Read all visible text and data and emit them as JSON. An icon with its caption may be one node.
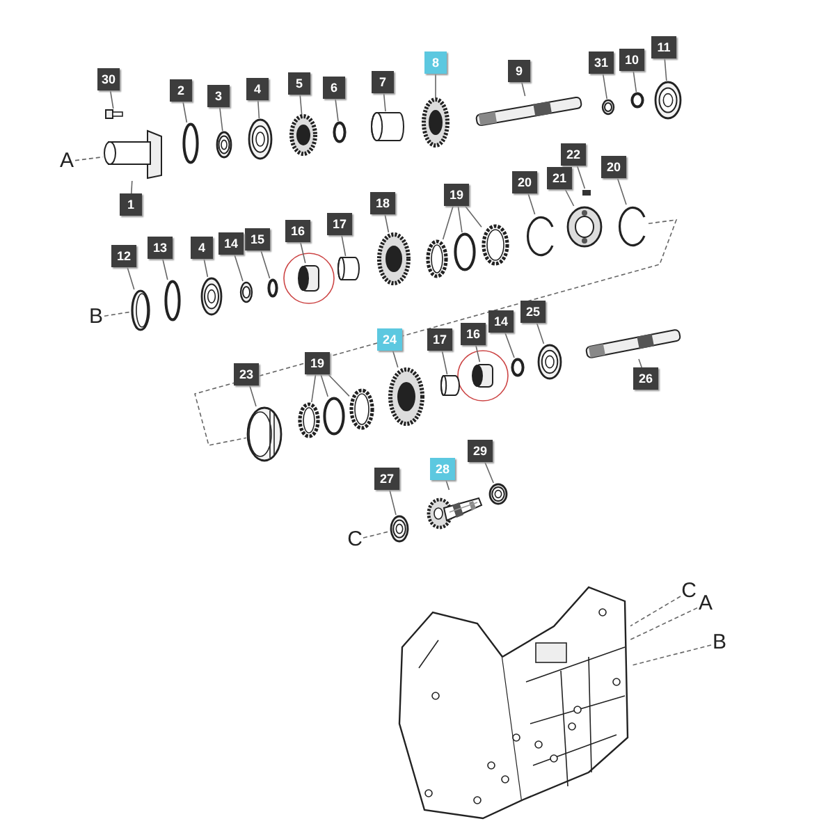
{
  "diagram": {
    "nodes": [
      {
        "text": [
          "30"
        ]
      },
      {
        "text": [],
        "shape": "picture"
      },
      {
        "text": [
          "1"
        ]
      },
      {
        "text": [],
        "shape": "picture"
      },
      {
        "text": [
          "A"
        ]
      },
      {
        "text": [
          "2"
        ]
      },
      {
        "text": [],
        "shape": "circle"
      },
      {
        "text": [
          "3"
        ]
      },
      {
        "text": [],
        "shape": "picture"
      },
      {
        "text": [
          "4"
        ]
      },
      {
        "text": [],
        "shape": "picture"
      },
      {
        "text": [
          "5"
        ]
      },
      {
        "text": [],
        "shape": "picture"
      },
      {
        "text": [
          "6"
        ]
      },
      {
        "text": [],
        "shape": "circle"
      },
      {
        "text": [
          "7"
        ]
      },
      {
        "text": [],
        "shape": "picture"
      },
      {
        "text": [
          "8"
        ]
      },
      {
        "text": [],
        "shape": "picture"
      },
      {
        "text": [
          "9"
        ]
      },
      {
        "text": [],
        "shape": "picture"
      },
      {
        "text": [
          "31"
        ]
      },
      {
        "text": [],
        "shape": "picture"
      },
      {
        "text": [
          "10"
        ]
      },
      {
        "text": [],
        "shape": "circle"
      },
      {
        "text": [
          "11"
        ]
      },
      {
        "text": [],
        "shape": "picture"
      },
      {
        "text": [
          "22"
        ]
      },
      {
        "text": [],
        "shape": "box"
      },
      {
        "text": [
          "21"
        ]
      },
      {
        "text": [],
        "shape": "picture"
      },
      {
        "text": [
          "20"
        ]
      },
      {
        "text": [],
        "shape": "picture"
      },
      {
        "text": [
          "20"
        ]
      },
      {
        "text": [],
        "shape": "picture"
      },
      {
        "text": [
          "19"
        ]
      },
      {
        "text": [],
        "shape": "picture"
      },
      {
        "text": [],
        "shape": "circle"
      },
      {
        "text": [],
        "shape": "picture"
      },
      {
        "text": [
          "18"
        ]
      },
      {
        "text": [],
        "shape": "picture"
      },
      {
        "text": [
          "17"
        ]
      },
      {
        "text": [],
        "shape": "picture"
      },
      {
        "text": [
          "16"
        ]
      },
      {
        "text": [],
        "shape": "cylinder"
      },
      {
        "text": [
          "15"
        ]
      },
      {
        "text": [],
        "shape": "circle"
      },
      {
        "text": [
          "14"
        ]
      },
      {
        "text": [],
        "shape": "picture"
      },
      {
        "text": [
          "4"
        ]
      },
      {
        "text": [],
        "shape": "picture"
      },
      {
        "text": [
          "13"
        ]
      },
      {
        "text": [],
        "shape": "circle"
      },
      {
        "text": [
          "12"
        ]
      },
      {
        "text": [],
        "shape": "picture"
      },
      {
        "text": [
          "B"
        ]
      },
      {
        "text": [
          "24"
        ]
      },
      {
        "text": [],
        "shape": "picture"
      },
      {
        "text": [
          "17"
        ]
      },
      {
        "text": [],
        "shape": "picture"
      },
      {
        "text": [
          "16"
        ]
      },
      {
        "text": [],
        "shape": "cylinder"
      },
      {
        "text": [
          "14"
        ]
      },
      {
        "text": [],
        "shape": "circle"
      },
      {
        "text": [
          "25"
        ]
      },
      {
        "text": [],
        "shape": "picture"
      },
      {
        "text": [
          "26"
        ]
      },
      {
        "text": [],
        "shape": "picture"
      },
      {
        "text": [
          "23"
        ]
      },
      {
        "text": [],
        "shape": "picture"
      },
      {
        "text": [
          "19"
        ]
      },
      {
        "text": [],
        "shape": "picture"
      },
      {
        "text": [],
        "shape": "circle"
      },
      {
        "text": [],
        "shape": "picture"
      },
      {
        "text": [
          "28"
        ]
      },
      {
        "text": [],
        "shape": "picture"
      },
      {
        "text": [
          "29"
        ]
      },
      {
        "text": [],
        "shape": "picture"
      },
      {
        "text": [
          "27"
        ]
      },
      {
        "text": [],
        "shape": "picture"
      },
      {
        "text": [
          "C"
        ]
      },
      {
        "text": [],
        "shape": "picture"
      },
      {
        "text": [
          "C"
        ]
      },
      {
        "text": [
          "A"
        ]
      },
      {
        "text": [
          "B"
        ]
      }
    ],
    "edges": [
      {
        "from": 0,
        "to": 1,
        "arrow": "none"
      },
      {
        "from": 2,
        "to": 3,
        "arrow": "none"
      },
      {
        "from": 4,
        "to": 3,
        "arrow": "none",
        "style": "dashed"
      },
      {
        "from": 5,
        "to": 6,
        "arrow": "none"
      },
      {
        "from": 7,
        "to": 8,
        "arrow": "none"
      },
      {
        "from": 9,
        "to": 10,
        "arrow": "none"
      },
      {
        "from": 11,
        "to": 12,
        "arrow": "none"
      },
      {
        "from": 13,
        "to": 14,
        "arrow": "none"
      },
      {
        "from": 15,
        "to": 16,
        "arrow": "none"
      },
      {
        "from": 17,
        "to": 18,
        "arrow": "none"
      },
      {
        "from": 19,
        "to": 20,
        "arrow": "none"
      },
      {
        "from": 21,
        "to": 22,
        "arrow": "none"
      },
      {
        "from": 23,
        "to": 24,
        "arrow": "none"
      },
      {
        "from": 25,
        "to": 26,
        "arrow": "none"
      },
      {
        "from": 27,
        "to": 28,
        "arrow": "none"
      },
      {
        "from": 29,
        "to": 30,
        "arrow": "none"
      },
      {
        "from": 31,
        "to": 32,
        "arrow": "none"
      },
      {
        "from": 33,
        "to": 34,
        "arrow": "none"
      },
      {
        "from": 35,
        "to": 36,
        "arrow": "none"
      },
      {
        "from": 35,
        "to": 37,
        "arrow": "none"
      },
      {
        "from": 35,
        "to": 38,
        "arrow": "none"
      },
      {
        "from": 39,
        "to": 40,
        "arrow": "none"
      },
      {
        "from": 41,
        "to": 42,
        "arrow": "none"
      },
      {
        "from": 43,
        "to": 44,
        "arrow": "none"
      },
      {
        "from": 45,
        "to": 46,
        "arrow": "none"
      },
      {
        "from": 47,
        "to": 48,
        "arrow": "none"
      },
      {
        "from": 49,
        "to": 50,
        "arrow": "none"
      },
      {
        "from": 51,
        "to": 52,
        "arrow": "none"
      },
      {
        "from": 53,
        "to": 54,
        "arrow": "none"
      },
      {
        "from": 55,
        "to": 54,
        "arrow": "none",
        "style": "dashed"
      },
      {
        "from": 56,
        "to": 57,
        "arrow": "none"
      },
      {
        "from": 58,
        "to": 59,
        "arrow": "none"
      },
      {
        "from": 60,
        "to": 61,
        "arrow": "none"
      },
      {
        "from": 62,
        "to": 63,
        "arrow": "none"
      },
      {
        "from": 64,
        "to": 65,
        "arrow": "none"
      },
      {
        "from": 66,
        "to": 67,
        "arrow": "none"
      },
      {
        "from": 68,
        "to": 69,
        "arrow": "none"
      },
      {
        "from": 70,
        "to": 71,
        "arrow": "none"
      },
      {
        "from": 70,
        "to": 72,
        "arrow": "none"
      },
      {
        "from": 70,
        "to": 73,
        "arrow": "none"
      },
      {
        "from": 74,
        "to": 75,
        "arrow": "none"
      },
      {
        "from": 76,
        "to": 77,
        "arrow": "none"
      },
      {
        "from": 78,
        "to": 79,
        "arrow": "none"
      },
      {
        "from": 80,
        "to": 79,
        "arrow": "none",
        "style": "dashed"
      },
      {
        "from": 82,
        "to": 81,
        "arrow": "none",
        "style": "dashed"
      },
      {
        "from": 83,
        "to": 81,
        "arrow": "none",
        "style": "dashed"
      },
      {
        "from": 84,
        "to": 81,
        "arrow": "none",
        "style": "dashed"
      },
      {
        "from": 34,
        "to": 69,
        "arrow": "none",
        "style": "dashed"
      }
    ]
  }
}
